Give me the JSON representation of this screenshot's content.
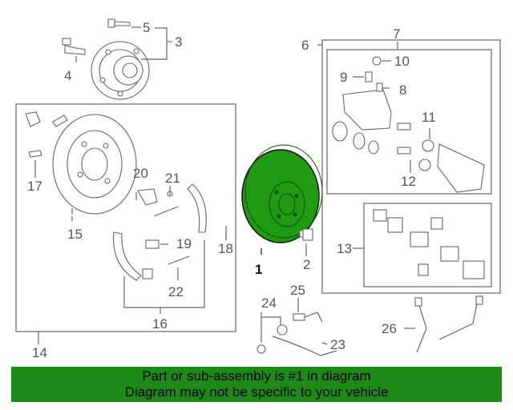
{
  "callouts": [
    "1",
    "2",
    "3",
    "4",
    "5",
    "6",
    "7",
    "8",
    "9",
    "10",
    "11",
    "12",
    "13",
    "14",
    "15",
    "16",
    "17",
    "18",
    "19",
    "20",
    "21",
    "22",
    "23",
    "24",
    "25",
    "26"
  ],
  "colors": {
    "highlight": "#1d8a17",
    "rotor_fill": "#1f9a12",
    "line": "#666666"
  },
  "footer": {
    "line1": "Part or sub-assembly is #1 in diagram",
    "line2": "Diagram may not be specific to your vehicle"
  }
}
